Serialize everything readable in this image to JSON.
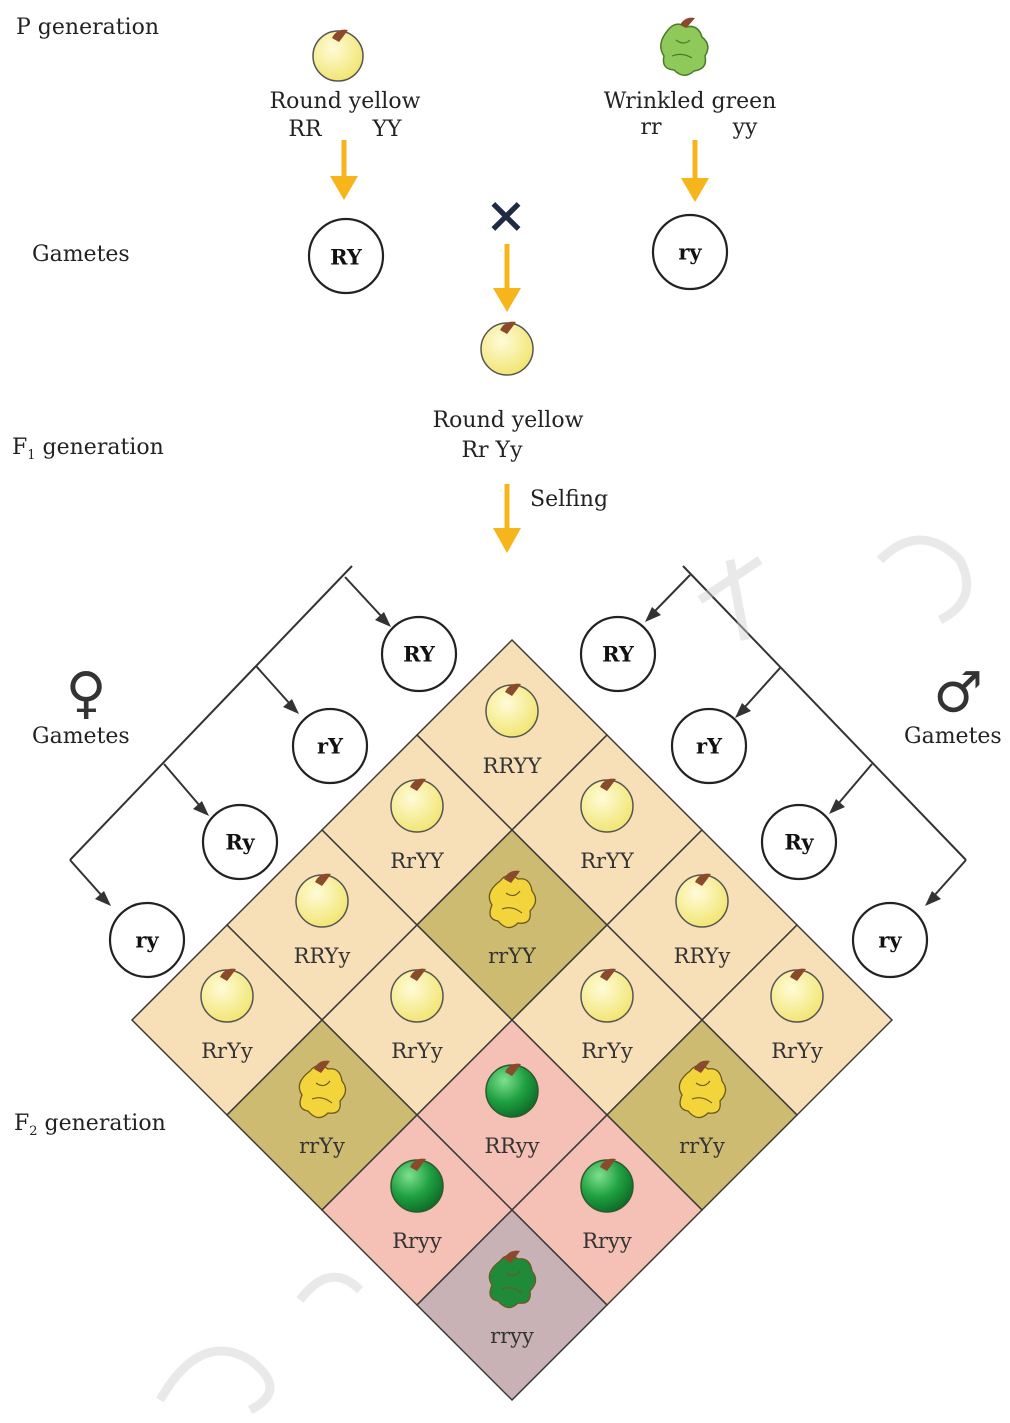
{
  "labels": {
    "p_generation": "P generation",
    "gametes_left": "Gametes",
    "f1_generation_prefix": "F",
    "f1_generation_sub": "1",
    "f1_generation_suffix": " generation",
    "f2_generation_prefix": "F",
    "f2_generation_sub": "2",
    "f2_generation_suffix": " generation",
    "female_gametes": "Gametes",
    "male_gametes": "Gametes",
    "selfing": "Selfing",
    "cross_symbol": "×",
    "female_symbol": "♀",
    "male_symbol": "♂"
  },
  "parents": {
    "left": {
      "phenotype": "Round yellow",
      "geno_r": "RR",
      "geno_y": "YY",
      "gamete": "RY"
    },
    "right": {
      "phenotype": "Wrinkled green",
      "geno_r": "rr",
      "geno_y": "yy",
      "gamete": "ry"
    }
  },
  "f1": {
    "phenotype": "Round yellow",
    "genotype": "Rr Yy"
  },
  "female_gametes": [
    "RY",
    "rY",
    "Ry",
    "ry"
  ],
  "male_gametes": [
    "RY",
    "rY",
    "Ry",
    "ry"
  ],
  "f2_cells": [
    {
      "genotype": "RRYY",
      "seed": "round-yellow",
      "bg": "#f7dfb8"
    },
    {
      "genotype": "RrYY",
      "seed": "round-yellow",
      "bg": "#f7dfb8"
    },
    {
      "genotype": "RrYY",
      "seed": "round-yellow",
      "bg": "#f7dfb8"
    },
    {
      "genotype": "RRYy",
      "seed": "round-yellow",
      "bg": "#f7dfb8"
    },
    {
      "genotype": "rrYY",
      "seed": "wrinkled-yellow",
      "bg": "#cdbb72"
    },
    {
      "genotype": "RRYy",
      "seed": "round-yellow",
      "bg": "#f7dfb8"
    },
    {
      "genotype": "RrYy",
      "seed": "round-yellow",
      "bg": "#f7dfb8"
    },
    {
      "genotype": "RrYy",
      "seed": "round-yellow",
      "bg": "#f7dfb8"
    },
    {
      "genotype": "RrYy",
      "seed": "round-yellow",
      "bg": "#f7dfb8"
    },
    {
      "genotype": "RrYy",
      "seed": "round-yellow",
      "bg": "#f7dfb8"
    },
    {
      "genotype": "rrYy",
      "seed": "wrinkled-yellow",
      "bg": "#cdbb72"
    },
    {
      "genotype": "RRyy",
      "seed": "round-green",
      "bg": "#f5c0b5"
    },
    {
      "genotype": "rrYy",
      "seed": "wrinkled-yellow",
      "bg": "#cdbb72"
    },
    {
      "genotype": "Rryy",
      "seed": "round-green",
      "bg": "#f5c0b5"
    },
    {
      "genotype": "Rryy",
      "seed": "round-green",
      "bg": "#f5c0b5"
    },
    {
      "genotype": "rryy",
      "seed": "wrinkled-green",
      "bg": "#c9b2b6"
    }
  ],
  "colors": {
    "arrow": "#f5b51b",
    "yellow_seed": "#f7ef8a",
    "green_seed": "#1fa040",
    "wrinkled_yellow": "#f3d43a",
    "wrinkled_green": "#1e8a3a",
    "hilum": "#8b4a2b",
    "cross": "#1f2a44"
  }
}
